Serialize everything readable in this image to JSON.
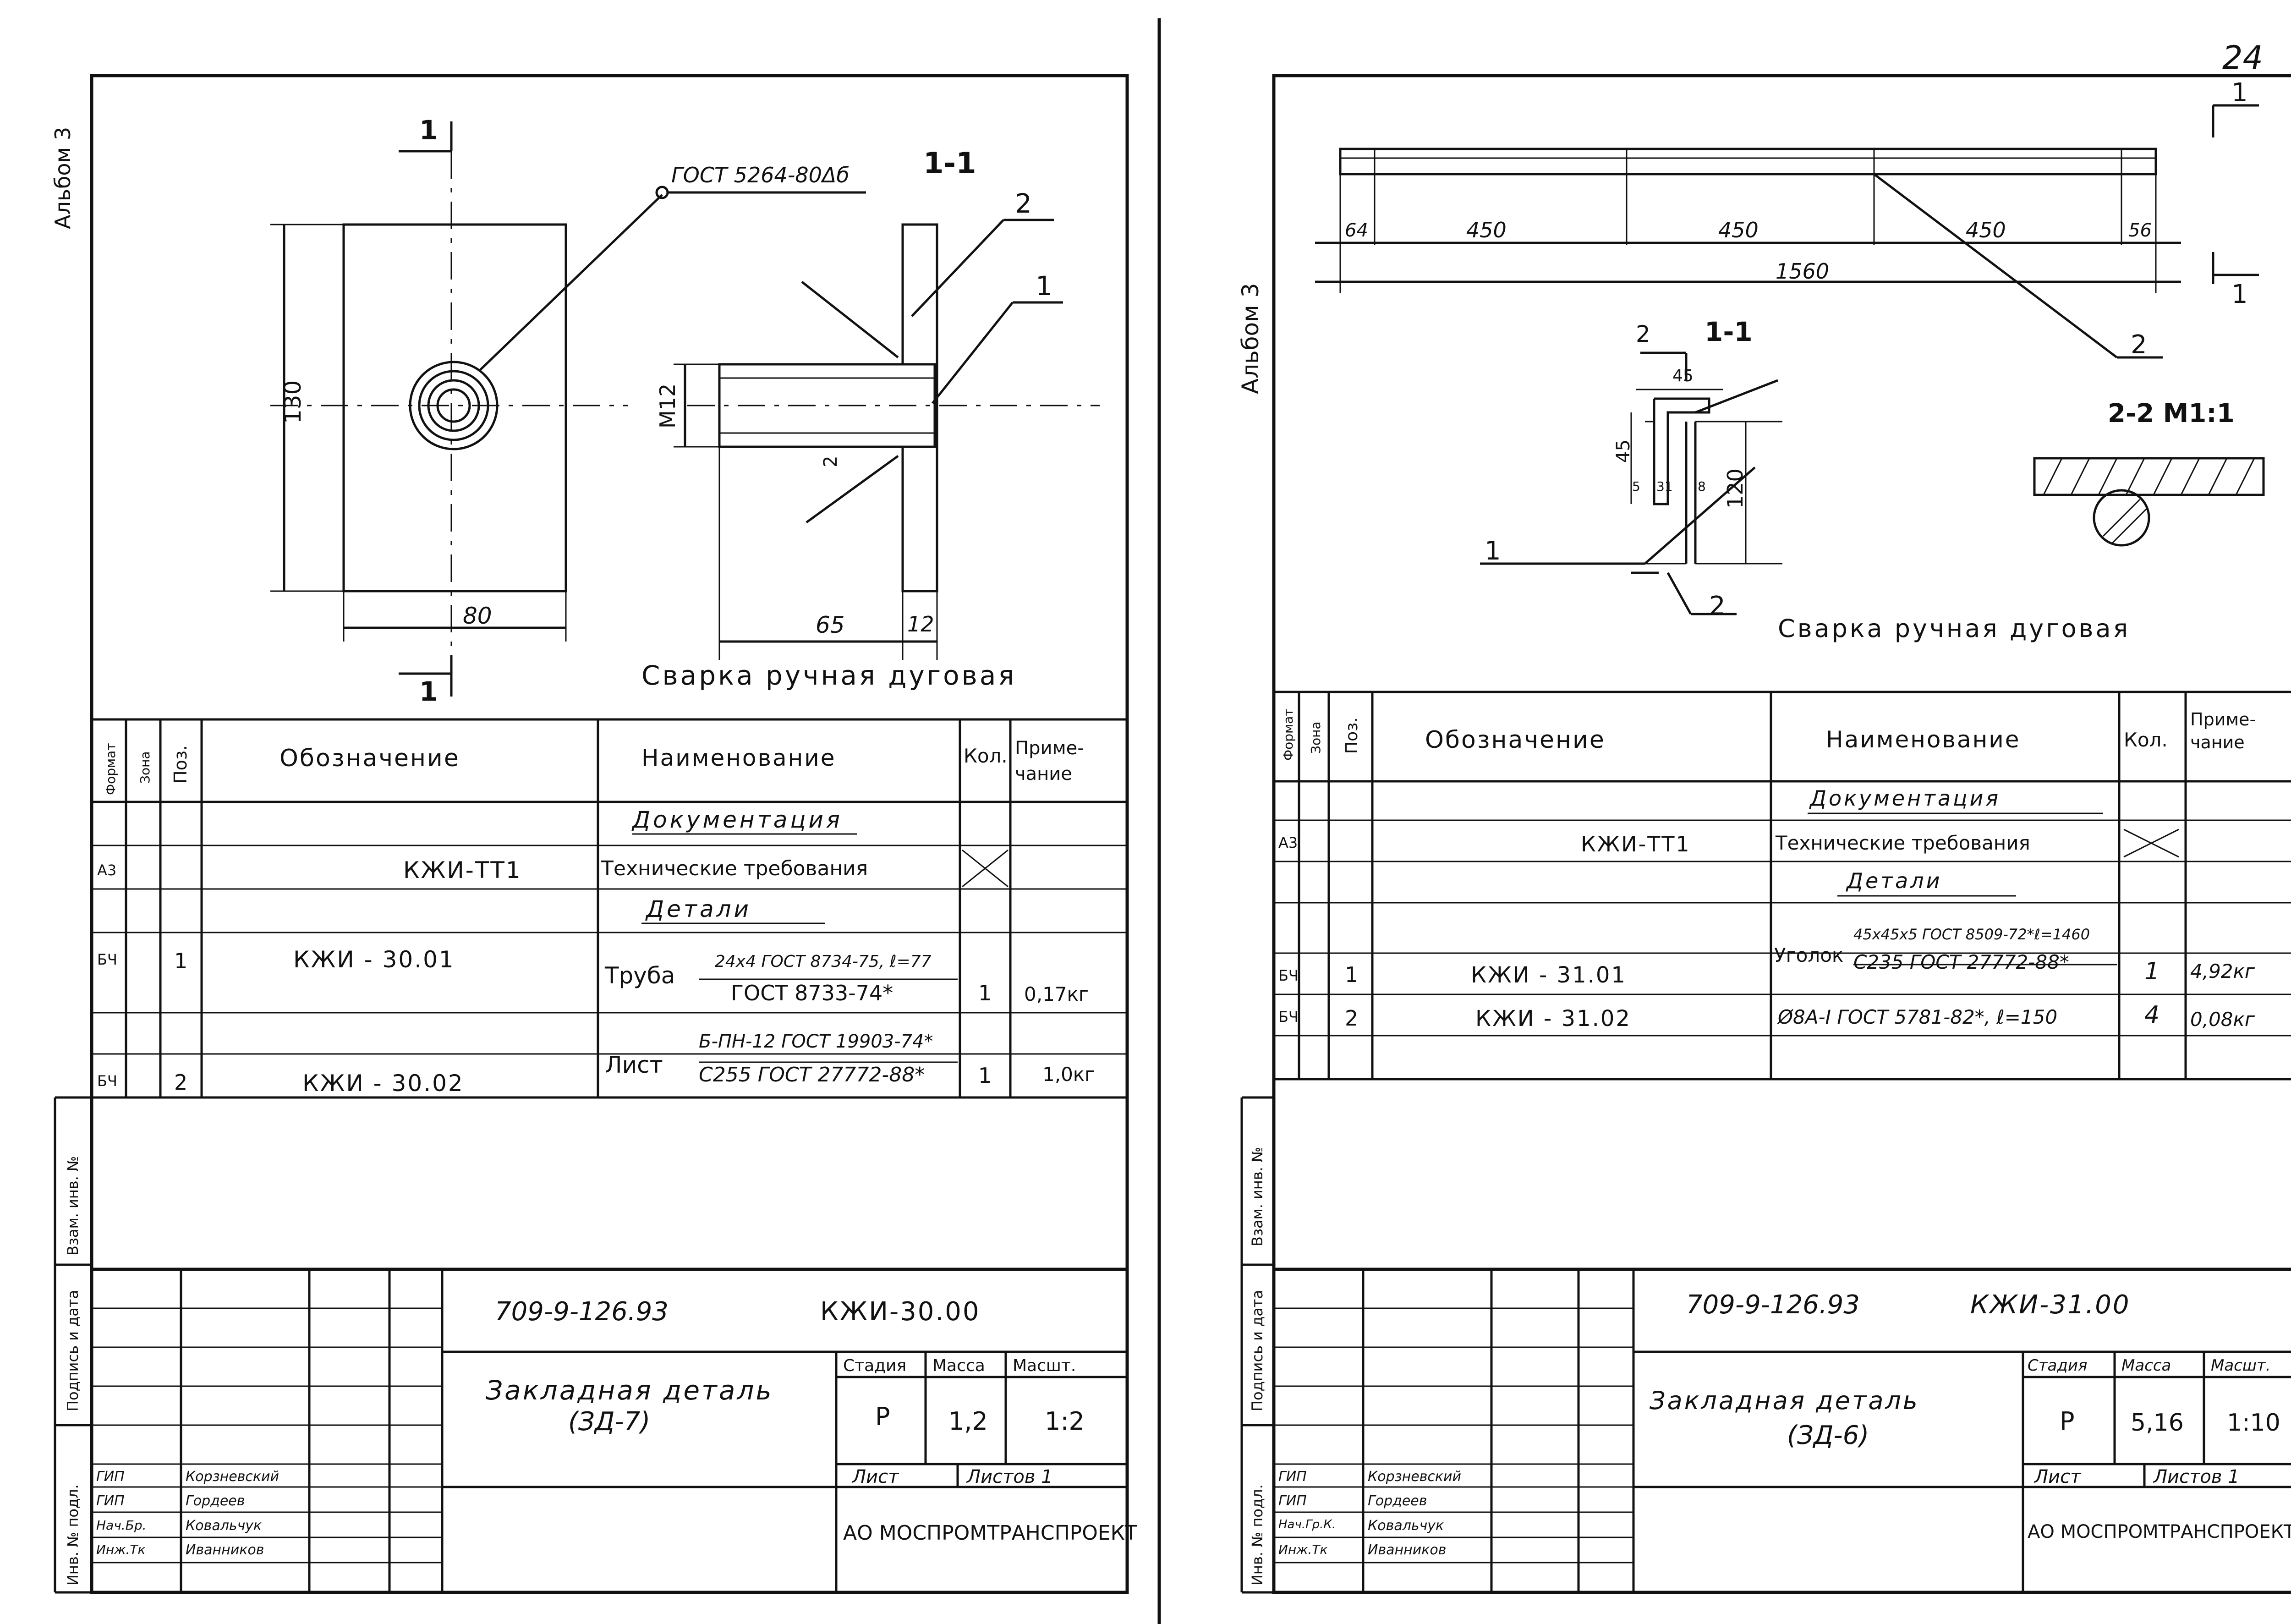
{
  "page_number": "24",
  "left": {
    "album_label": "Альбом 3",
    "view_markers": [
      "1",
      "1"
    ],
    "gost_weld": "ГОСТ 5264-80Δб",
    "section_label": "1-1",
    "callouts": [
      "2",
      "1"
    ],
    "dims": {
      "height": "130",
      "width": "80",
      "m": "M12",
      "pipe_len": "65",
      "plate": "12",
      "gap": "2"
    },
    "weld_note": "Сварка ручная дуговая",
    "spec": {
      "headers": {
        "format": "Формат",
        "zone": "Зона",
        "pos": "Поз.",
        "designation": "Обозначение",
        "name": "Наименование",
        "qty": "Кол.",
        "note": "Приме-чание"
      },
      "section_doc": "Документация",
      "section_parts": "Детали",
      "rows": [
        {
          "format": "А3",
          "pos": "",
          "designation": "КЖИ-ТТ1",
          "name": "Технические требования",
          "qty": "",
          "note": ""
        },
        {
          "format": "БЧ",
          "pos": "1",
          "designation": "КЖИ - 30.01",
          "name": "Труба",
          "name_top": "24х4 ГОСТ 8734-75, ℓ=77",
          "name_bottom": "ГОСТ 8733-74*",
          "qty": "1",
          "note": "0,17кг"
        },
        {
          "format": "БЧ",
          "pos": "2",
          "designation": "КЖИ - 30.02",
          "name": "Лист",
          "name_top": "Б-ПН-12 ГОСТ 19903-74*",
          "name_bottom": "С255 ГОСТ 27772-88*",
          "qty": "1",
          "note": "1,0кг"
        }
      ]
    },
    "side_stamps": [
      "Взам. инв. №",
      "Подпись и дата",
      "Инв. № подл."
    ],
    "title_block": {
      "code": "709-9-126.93",
      "mark": "КЖИ-30.00",
      "title": "Закладная деталь",
      "subtitle": "(ЗД-7)",
      "stage_label": "Стадия",
      "mass_label": "Масса",
      "scale_label": "Масшт.",
      "stage": "Р",
      "mass": "1,2",
      "scale": "1:2",
      "sheet_label": "Лист",
      "sheets_label": "Листов 1",
      "org": "АО МОСПРОМТРАНСПРОЕКТ",
      "staff": [
        {
          "role": "ГИП",
          "name": "Корзневский"
        },
        {
          "role": "ГИП",
          "name": "Гордеев"
        },
        {
          "role": "Нач.Бр.",
          "name": "Ковальчук"
        },
        {
          "role": "Инж.Тк",
          "name": "Иванников"
        }
      ]
    }
  },
  "right": {
    "album_label": "Альбом 3",
    "dims_top": [
      "64",
      "450",
      "450",
      "450",
      "56"
    ],
    "total": "1560",
    "view_markers": [
      "1",
      "1"
    ],
    "callouts": [
      "2",
      "1",
      "2",
      "2"
    ],
    "section_label": "1-1",
    "section22": "2-2  М1:1",
    "section_dims": {
      "a": "45",
      "b": "45",
      "c": "120",
      "d": "5",
      "e": "31",
      "f": "8"
    },
    "weld_note": "Сварка ручная дуговая",
    "spec": {
      "headers": {
        "format": "Формат",
        "zone": "Зона",
        "pos": "Поз.",
        "designation": "Обозначение",
        "name": "Наименование",
        "qty": "Кол.",
        "note": "Приме-чание"
      },
      "section_doc": "Документация",
      "section_parts": "Детали",
      "rows": [
        {
          "format": "А3",
          "pos": "",
          "designation": "КЖИ-ТТ1",
          "name": "Технические требования",
          "qty": "",
          "note": ""
        },
        {
          "format": "БЧ",
          "pos": "1",
          "designation": "КЖИ - 31.01",
          "name": "Уголок",
          "name_top": "45х45х5 ГОСТ 8509-72*ℓ=1460",
          "name_bottom": "С235 ГОСТ 27772-88*",
          "qty": "1",
          "note": "4,92кг"
        },
        {
          "format": "БЧ",
          "pos": "2",
          "designation": "КЖИ - 31.02",
          "name": "Ø8А-I ГОСТ 5781-82*, ℓ=150",
          "qty": "4",
          "note": "0,08кг"
        }
      ]
    },
    "side_stamps": [
      "Взам. инв. №",
      "Подпись и дата",
      "Инв. № подл."
    ],
    "title_block": {
      "code": "709-9-126.93",
      "mark": "КЖИ-31.00",
      "title": "Закладная деталь",
      "subtitle": "(ЗД-6)",
      "stage_label": "Стадия",
      "mass_label": "Масса",
      "scale_label": "Масшт.",
      "stage": "Р",
      "mass": "5,16",
      "scale": "1:10",
      "sheet_label": "Лист",
      "sheets_label": "Листов 1",
      "org": "АО МОСПРОМТРАНСПРОЕКТ",
      "staff": [
        {
          "role": "ГИП",
          "name": "Корзневский"
        },
        {
          "role": "ГИП",
          "name": "Гордеев"
        },
        {
          "role": "Нач.Гр.К.",
          "name": "Ковальчук"
        },
        {
          "role": "Инж.Тк",
          "name": "Иванников"
        }
      ]
    }
  }
}
